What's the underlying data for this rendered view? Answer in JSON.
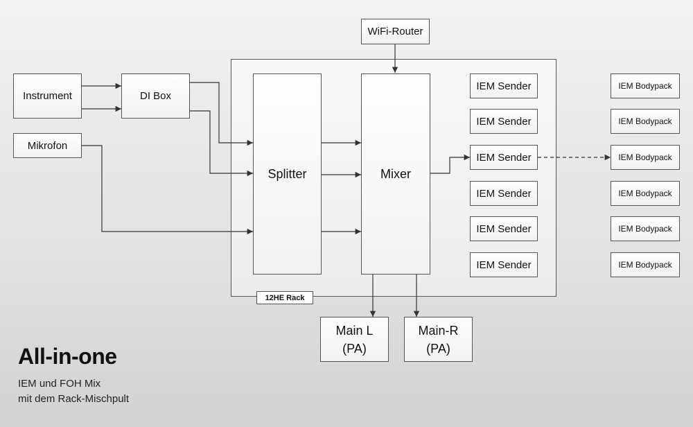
{
  "nodes": {
    "wifi_router": "WiFi-Router",
    "instrument": "Instrument",
    "di_box": "DI Box",
    "mikrofon": "Mikrofon",
    "splitter": "Splitter",
    "mixer": "Mixer",
    "iem_sender": [
      "IEM Sender",
      "IEM Sender",
      "IEM Sender",
      "IEM Sender",
      "IEM Sender",
      "IEM Sender"
    ],
    "iem_bodypack": [
      "IEM Bodypack",
      "IEM Bodypack",
      "IEM Bodypack",
      "IEM Bodypack",
      "IEM Bodypack",
      "IEM Bodypack"
    ],
    "main_l": {
      "line1": "Main L",
      "line2": "(PA)"
    },
    "main_r": {
      "line1": "Main-R",
      "line2": "(PA)"
    }
  },
  "rack": {
    "label": "12HE Rack"
  },
  "caption": {
    "title": "All-in-one",
    "line1": "IEM und FOH Mix",
    "line2": "mit dem Rack-Mischpult"
  },
  "colors": {
    "line": "#333333",
    "box_border": "#555555"
  }
}
